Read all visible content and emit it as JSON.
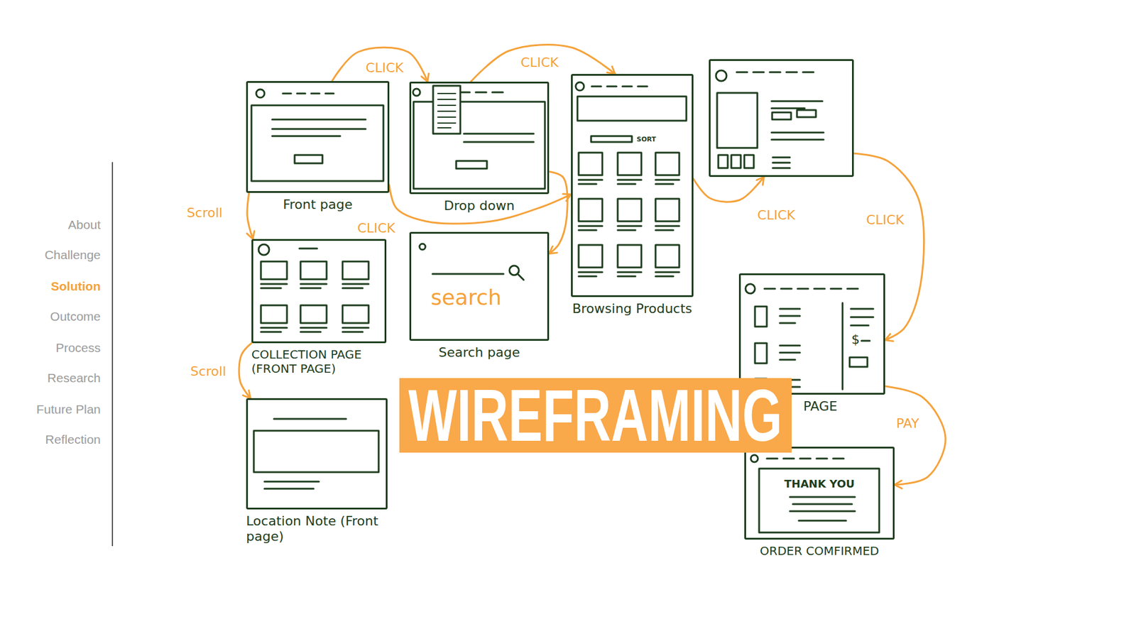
{
  "diagram": {
    "title": "WIREFRAMING",
    "nodes": [
      {
        "text": [
          "Front page"
        ]
      },
      {
        "text": [
          "Drop down"
        ]
      },
      {
        "text": [
          "Browsing Products",
          "SORT"
        ]
      },
      {
        "text": []
      },
      {
        "text": [
          "COLLECTION PAGE (FRONT PAGE)"
        ]
      },
      {
        "text": [
          "Search page",
          "search"
        ]
      },
      {
        "text": [
          "Location Note (Front page)"
        ]
      },
      {
        "text": [
          "PAGE",
          "$"
        ]
      },
      {
        "text": [
          "ORDER COMFIRMED",
          "THANK YOU"
        ]
      }
    ],
    "edges": [
      {
        "from": 0,
        "to": 1,
        "label": "CLICK",
        "arrow": "to"
      },
      {
        "from": 1,
        "to": 2,
        "label": "CLICK",
        "arrow": "to"
      },
      {
        "from": 0,
        "to": 2,
        "label": "CLICK",
        "arrow": "to"
      },
      {
        "from": 1,
        "to": 5,
        "arrow": "to"
      },
      {
        "from": 2,
        "to": 3,
        "label": "CLICK",
        "arrow": "to"
      },
      {
        "from": 3,
        "to": 7,
        "label": "CLICK",
        "arrow": "to"
      },
      {
        "from": 7,
        "to": 8,
        "label": "PAY",
        "arrow": "to"
      },
      {
        "from": 0,
        "to": 4,
        "label": "Scroll",
        "arrow": "to"
      },
      {
        "from": 4,
        "to": 6,
        "label": "Scroll",
        "arrow": "to"
      }
    ],
    "labels": [
      "About",
      "Challenge",
      "Solution",
      "Outcome",
      "Process",
      "Research",
      "Future Plan",
      "Reflection"
    ]
  }
}
